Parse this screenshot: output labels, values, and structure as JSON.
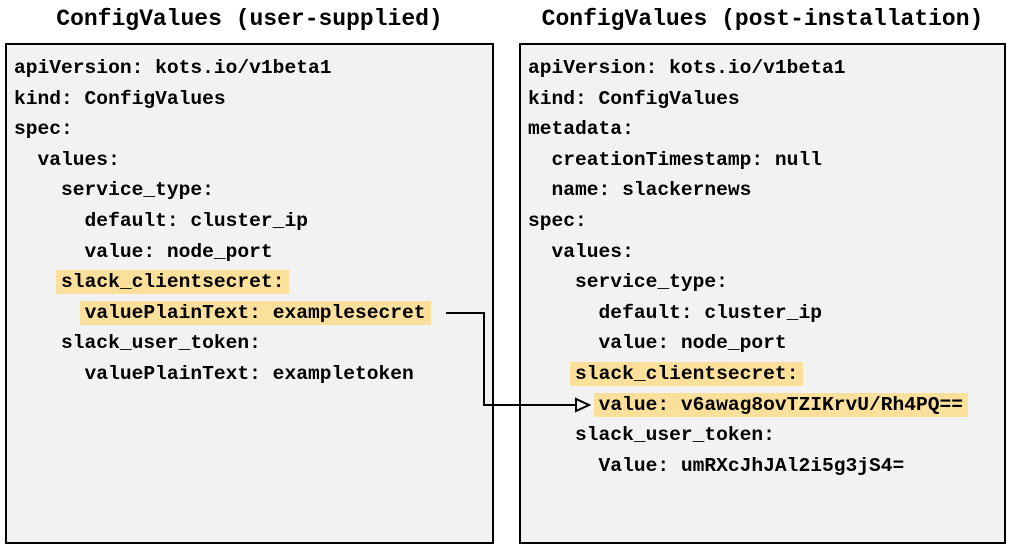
{
  "colors": {
    "highlight": "#fbe09c",
    "box_background": "#f2f2f2",
    "box_border": "#000000",
    "text": "#000000",
    "arrow": "#000000",
    "page_background": "#ffffff"
  },
  "icons": {
    "connector_arrow": "elbow-arrow-right-hollow-head"
  },
  "left_panel": {
    "title": "ConfigValues (user-supplied)",
    "lines": [
      {
        "text": "apiVersion: kots.io/v1beta1",
        "highlight": false
      },
      {
        "text": "kind: ConfigValues",
        "highlight": false
      },
      {
        "text": "spec:",
        "highlight": false
      },
      {
        "text": "  values:",
        "highlight": false
      },
      {
        "text": "    service_type:",
        "highlight": false
      },
      {
        "text": "      default: cluster_ip",
        "highlight": false
      },
      {
        "text": "      value: node_port",
        "highlight": false
      },
      {
        "text": "    slack_clientsecret:",
        "highlight": true
      },
      {
        "text": "      valuePlainText: examplesecret",
        "highlight": true
      },
      {
        "text": "    slack_user_token:",
        "highlight": false
      },
      {
        "text": "      valuePlainText: exampletoken",
        "highlight": false
      }
    ]
  },
  "right_panel": {
    "title": "ConfigValues (post-installation)",
    "lines": [
      {
        "text": "apiVersion: kots.io/v1beta1",
        "highlight": false
      },
      {
        "text": "kind: ConfigValues",
        "highlight": false
      },
      {
        "text": "metadata:",
        "highlight": false
      },
      {
        "text": "  creationTimestamp: null",
        "highlight": false
      },
      {
        "text": "  name: slackernews",
        "highlight": false
      },
      {
        "text": "spec:",
        "highlight": false
      },
      {
        "text": "  values:",
        "highlight": false
      },
      {
        "text": "    service_type:",
        "highlight": false
      },
      {
        "text": "      default: cluster_ip",
        "highlight": false
      },
      {
        "text": "      value: node_port",
        "highlight": false
      },
      {
        "text": "    slack_clientsecret:",
        "highlight": true
      },
      {
        "text": "      value: v6awag8ovTZIKrvU/Rh4PQ==",
        "highlight": true
      },
      {
        "text": "    slack_user_token:",
        "highlight": false
      },
      {
        "text": "      Value: umRXcJhJAl2i5g3jS4=",
        "highlight": false
      }
    ]
  }
}
